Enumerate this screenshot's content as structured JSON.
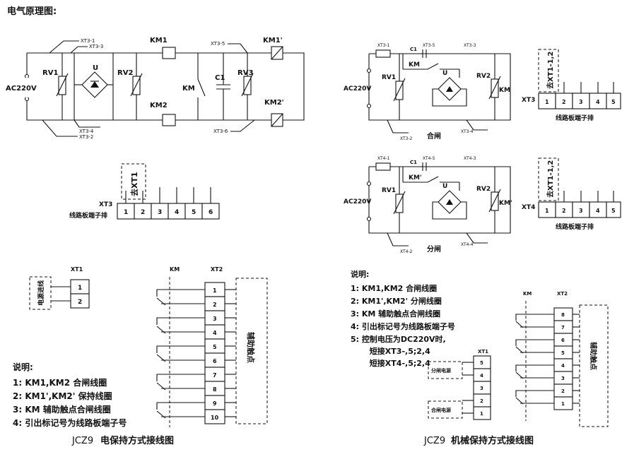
{
  "page_title": "电气原理图:",
  "left": {
    "caption_prefix": "JCZ9",
    "caption_main": "电保持方式接线图",
    "schematic": {
      "xt3_1": "XT3-1",
      "xt3_3": "XT3-3",
      "xt3_5": "XT3-5",
      "xt3_4": "XT3-4",
      "xt3_2": "XT3-2",
      "xt3_6": "XT3-6",
      "km1": "KM1",
      "km1p": "KM1'",
      "km2": "KM2",
      "km2p": "KM2'",
      "km": "KM",
      "c1": "C1",
      "rv1": "RV1",
      "rv2": "RV2",
      "rv3": "RV3",
      "u": "U",
      "ac": "AC220V"
    },
    "terminal_strip": {
      "tag": "XT3",
      "name": "线路板端子排",
      "jumper": "去XT1",
      "cells": [
        "1",
        "2",
        "3",
        "4",
        "5",
        "6"
      ]
    },
    "xt1": {
      "tag": "XT1",
      "side_label": "电源进线",
      "cells": [
        "1",
        "2"
      ]
    },
    "xt2": {
      "km_tag": "KM",
      "tag": "XT2",
      "side_label": "辅助触点",
      "cells": [
        "1",
        "2",
        "3",
        "4",
        "5",
        "6",
        "7",
        "8",
        "9",
        "10"
      ]
    },
    "notes": {
      "title": "说明:",
      "items": [
        "1:  KM1,KM2 合闸线圈",
        "2:  KM1',KM2' 保持线圈",
        "3:  KM 辅助触点合闸线圈",
        "4:  引出标记号为线路板端子号"
      ]
    }
  },
  "right": {
    "caption_prefix": "JCZ9",
    "caption_main": "机械保持方式接线图",
    "close": {
      "name": "合闸",
      "xt_1": "XT3-1",
      "xt_5": "XT3-5",
      "xt_3": "XT3-3",
      "xt_4": "XT3-4",
      "xt_2": "XT3-2",
      "c1": "C1",
      "km": "KM",
      "km_coil": "KM",
      "u": "U",
      "rv1": "RV1",
      "rv2": "RV2",
      "ac": "AC220V"
    },
    "open": {
      "name": "分闸",
      "xt_1": "XT4-1",
      "xt_5": "XT4-5",
      "xt_3": "XT4-3",
      "xt_4": "XT4-4",
      "xt_2": "XT4-2",
      "c1": "C1",
      "km": "KM'",
      "km_coil": "KM'",
      "u": "U",
      "rv1": "RV1",
      "rv2": "RV2",
      "ac": "AC220V"
    },
    "strip_xt3": {
      "tag": "XT3",
      "name": "线路板端子排",
      "jumper": "去XT1-1,2",
      "cells": [
        "1",
        "2",
        "3",
        "4",
        "5"
      ]
    },
    "strip_xt4": {
      "tag": "XT4",
      "name": "线路板端子排",
      "jumper": "去XT1-1,2",
      "cells": [
        "1",
        "2",
        "3",
        "4",
        "5"
      ]
    },
    "notes": {
      "title": "说明:",
      "items": [
        "1:  KM1,KM2 合闸线圈",
        "2:  KM1',KM2' 分闸线圈",
        "3:  KM 辅助触点合闸线圈",
        "4:  引出标记号为线路板端子号",
        "5:  控制电压为DC220V时,",
        "       短接XT3-,5;2,4",
        "       短接XT4-,5;2,4"
      ]
    },
    "xt1": {
      "tag": "XT1",
      "cells": [
        "5",
        "4",
        "3",
        "2",
        "1"
      ],
      "open_src": "分闸电源",
      "close_src": "合闸电源"
    },
    "xt2": {
      "km_tag": "KM",
      "tag": "XT2",
      "side_label": "辅助触点",
      "cells": [
        "8",
        "7",
        "6",
        "5",
        "4",
        "3",
        "2",
        "1"
      ]
    }
  }
}
